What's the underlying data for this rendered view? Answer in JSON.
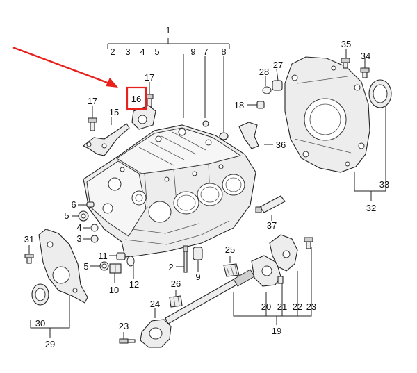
{
  "callouts": [
    {
      "id": "c1",
      "text": "1"
    },
    {
      "id": "c2a",
      "text": "2"
    },
    {
      "id": "c3a",
      "text": "3"
    },
    {
      "id": "c4a",
      "text": "4"
    },
    {
      "id": "c5a",
      "text": "5"
    },
    {
      "id": "c9a",
      "text": "9"
    },
    {
      "id": "c7",
      "text": "7"
    },
    {
      "id": "c8",
      "text": "8"
    },
    {
      "id": "c17a",
      "text": "17"
    },
    {
      "id": "c16",
      "text": "16"
    },
    {
      "id": "c17b",
      "text": "17"
    },
    {
      "id": "c15",
      "text": "15"
    },
    {
      "id": "c28",
      "text": "28"
    },
    {
      "id": "c27",
      "text": "27"
    },
    {
      "id": "c35",
      "text": "35"
    },
    {
      "id": "c34",
      "text": "34"
    },
    {
      "id": "c18",
      "text": "18"
    },
    {
      "id": "c36",
      "text": "36"
    },
    {
      "id": "c33",
      "text": "33"
    },
    {
      "id": "c32",
      "text": "32"
    },
    {
      "id": "c6",
      "text": "6"
    },
    {
      "id": "c5b",
      "text": "5"
    },
    {
      "id": "c4b",
      "text": "4"
    },
    {
      "id": "c3b",
      "text": "3"
    },
    {
      "id": "c31",
      "text": "31"
    },
    {
      "id": "c11",
      "text": "11"
    },
    {
      "id": "c5c",
      "text": "5"
    },
    {
      "id": "c10",
      "text": "10"
    },
    {
      "id": "c12",
      "text": "12"
    },
    {
      "id": "c2b",
      "text": "2"
    },
    {
      "id": "c9b",
      "text": "9"
    },
    {
      "id": "c25",
      "text": "25"
    },
    {
      "id": "c37",
      "text": "37"
    },
    {
      "id": "c26",
      "text": "26"
    },
    {
      "id": "c24",
      "text": "24"
    },
    {
      "id": "c20",
      "text": "20"
    },
    {
      "id": "c21",
      "text": "21"
    },
    {
      "id": "c22",
      "text": "22"
    },
    {
      "id": "c23a",
      "text": "23"
    },
    {
      "id": "c19",
      "text": "19"
    },
    {
      "id": "c30",
      "text": "30"
    },
    {
      "id": "c29",
      "text": "29"
    },
    {
      "id": "c23b",
      "text": "23"
    }
  ],
  "highlight": {
    "part": "16",
    "color": "#e8211c"
  },
  "arrow_color": "#e8211c"
}
